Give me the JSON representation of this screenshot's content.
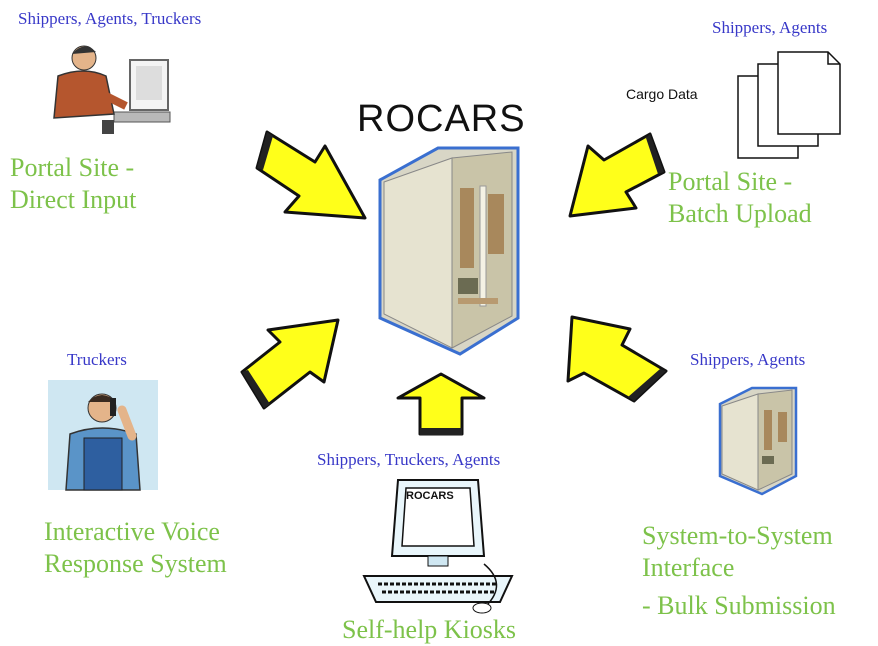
{
  "title": "ROCARS",
  "nodes": {
    "direct_input": {
      "users": "Shippers, Agents, Truckers",
      "label_lines": [
        "Portal Site -",
        "Direct Input"
      ]
    },
    "batch_upload": {
      "users": "Shippers, Agents",
      "doc_label": "Cargo Data",
      "label_lines": [
        "Portal Site -",
        "Batch Upload"
      ]
    },
    "ivrs": {
      "users": "Truckers",
      "label_lines": [
        "Interactive Voice",
        "Response System"
      ]
    },
    "kiosk": {
      "users": "Shippers, Truckers, Agents",
      "screen_text": "ROCARS",
      "label": "Self-help Kiosks"
    },
    "system": {
      "users": "Shippers, Agents",
      "label_lines": [
        "System-to-System",
        "Interface",
        "- Bulk Submission"
      ]
    }
  },
  "colors": {
    "arrow_fill": "#ffff1a",
    "arrow_stroke": "#111111",
    "label_green": "#7dc24a",
    "user_blue": "#3838c8",
    "server_blue": "#3a6fd0"
  },
  "icons": [
    "person-at-computer-icon",
    "documents-icon",
    "server-icon",
    "phone-worker-icon",
    "kiosk-computer-icon",
    "small-server-icon"
  ]
}
